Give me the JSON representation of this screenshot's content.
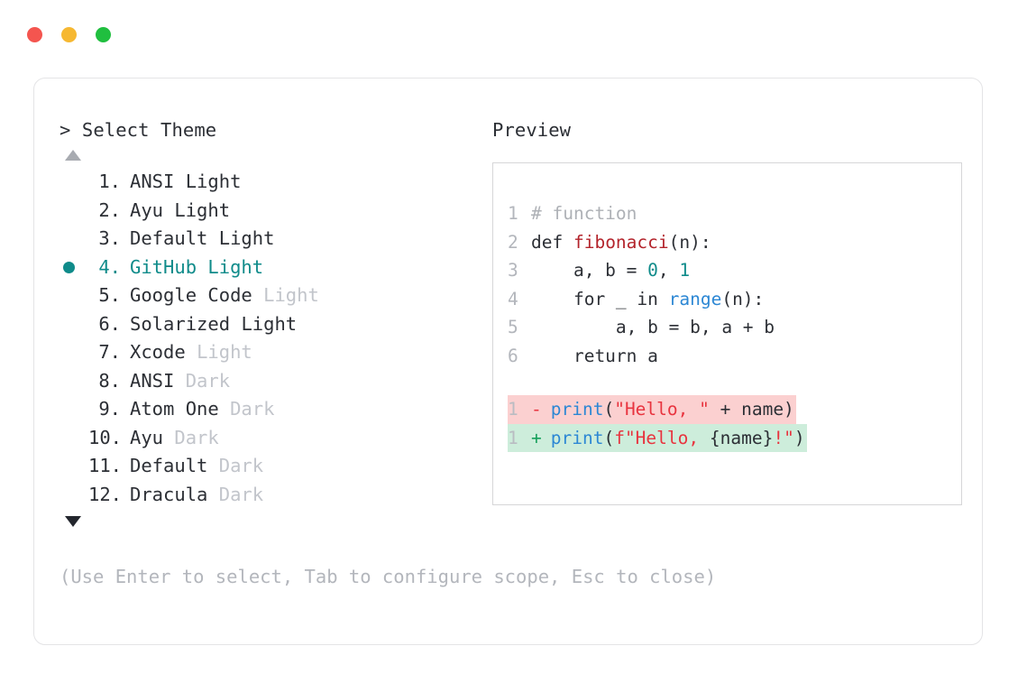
{
  "window": {
    "traffic_lights": [
      {
        "name": "close",
        "color": "#f4554f"
      },
      {
        "name": "minimize",
        "color": "#f6b832"
      },
      {
        "name": "maximize",
        "color": "#20bf3f"
      }
    ]
  },
  "prompt": {
    "caret": ">",
    "title": "Select Theme",
    "scroll_up_icon": "triangle-up",
    "scroll_down_icon": "triangle-down"
  },
  "themes": {
    "selected_index": 4,
    "items": [
      {
        "index": "1.",
        "name": "ANSI",
        "variant": "Light",
        "variant_muted": false,
        "selected": false
      },
      {
        "index": "2.",
        "name": "Ayu",
        "variant": "Light",
        "variant_muted": false,
        "selected": false
      },
      {
        "index": "3.",
        "name": "Default",
        "variant": "Light",
        "variant_muted": false,
        "selected": false
      },
      {
        "index": "4.",
        "name": "GitHub",
        "variant": "Light",
        "variant_muted": false,
        "selected": true
      },
      {
        "index": "5.",
        "name": "Google Code",
        "variant": "Light",
        "variant_muted": true,
        "selected": false
      },
      {
        "index": "6.",
        "name": "Solarized",
        "variant": "Light",
        "variant_muted": false,
        "selected": false
      },
      {
        "index": "7.",
        "name": "Xcode",
        "variant": "Light",
        "variant_muted": true,
        "selected": false
      },
      {
        "index": "8.",
        "name": "ANSI",
        "variant": "Dark",
        "variant_muted": true,
        "selected": false
      },
      {
        "index": "9.",
        "name": "Atom One",
        "variant": "Dark",
        "variant_muted": true,
        "selected": false
      },
      {
        "index": "10.",
        "name": "Ayu",
        "variant": "Dark",
        "variant_muted": true,
        "selected": false
      },
      {
        "index": "11.",
        "name": "Default",
        "variant": "Dark",
        "variant_muted": true,
        "selected": false
      },
      {
        "index": "12.",
        "name": "Dracula",
        "variant": "Dark",
        "variant_muted": true,
        "selected": false
      }
    ]
  },
  "preview": {
    "title": "Preview",
    "code_lines": [
      {
        "ln": "1",
        "tokens": [
          {
            "t": "# function",
            "c": "comment"
          }
        ]
      },
      {
        "ln": "2",
        "tokens": [
          {
            "t": "def ",
            "c": "kw"
          },
          {
            "t": "fibonacci",
            "c": "fn"
          },
          {
            "t": "(n):",
            "c": "plain"
          }
        ]
      },
      {
        "ln": "3",
        "tokens": [
          {
            "t": "    a, b = ",
            "c": "plain"
          },
          {
            "t": "0",
            "c": "num"
          },
          {
            "t": ", ",
            "c": "plain"
          },
          {
            "t": "1",
            "c": "num"
          }
        ]
      },
      {
        "ln": "4",
        "tokens": [
          {
            "t": "    for _ in ",
            "c": "plain"
          },
          {
            "t": "range",
            "c": "builtin"
          },
          {
            "t": "(n):",
            "c": "plain"
          }
        ]
      },
      {
        "ln": "5",
        "tokens": [
          {
            "t": "        a, b = b, a + b",
            "c": "plain"
          }
        ]
      },
      {
        "ln": "6",
        "tokens": [
          {
            "t": "    return a",
            "c": "plain"
          }
        ]
      }
    ],
    "diff_lines": [
      {
        "ln": "1",
        "sign": "-",
        "kind": "del",
        "tokens": [
          {
            "t": "print",
            "c": "builtin"
          },
          {
            "t": "(",
            "c": "plain"
          },
          {
            "t": "\"Hello, \"",
            "c": "str"
          },
          {
            "t": " + name)",
            "c": "plain"
          }
        ]
      },
      {
        "ln": "1",
        "sign": "+",
        "kind": "add",
        "tokens": [
          {
            "t": "print",
            "c": "builtin"
          },
          {
            "t": "(",
            "c": "plain"
          },
          {
            "t": "f\"Hello, ",
            "c": "str"
          },
          {
            "t": "{name}",
            "c": "plain"
          },
          {
            "t": "!\"",
            "c": "str"
          },
          {
            "t": ")",
            "c": "plain"
          }
        ]
      }
    ]
  },
  "hint": {
    "text": "(Use Enter to select, Tab to configure scope, Esc to close)"
  },
  "colors": {
    "accent": "#0f8b8a",
    "muted": "#c2c5cb",
    "text": "#2c2f35",
    "diff_del_bg": "#fbd0d0",
    "diff_add_bg": "#cdeddb"
  }
}
